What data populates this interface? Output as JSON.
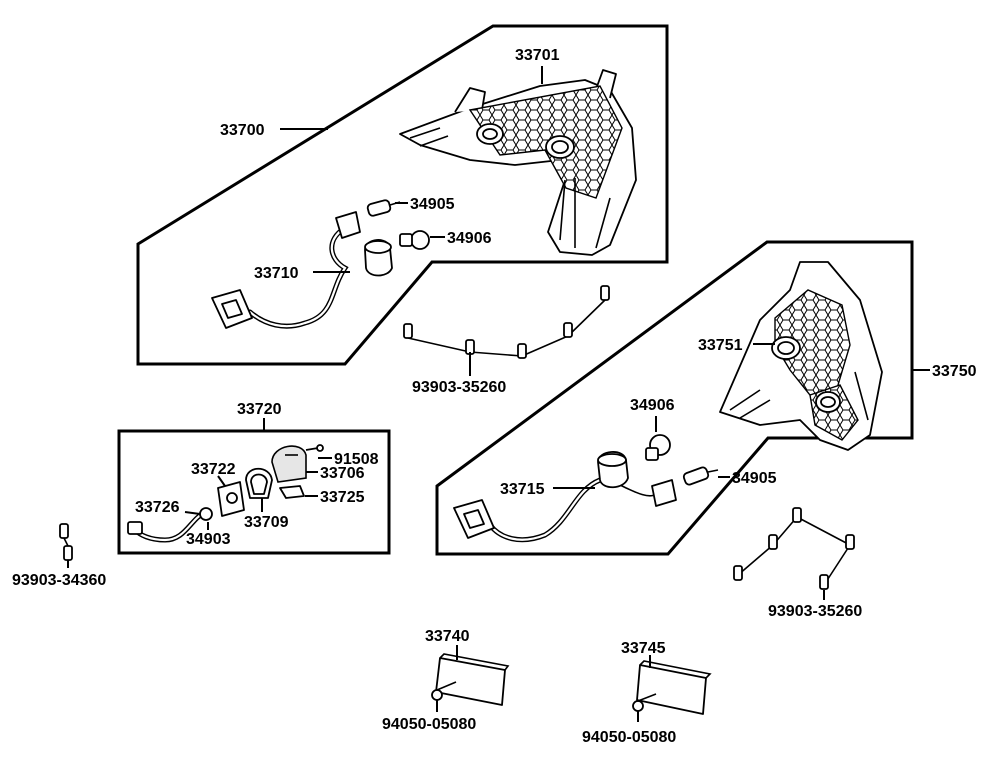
{
  "labels": {
    "p33700": "33700",
    "p33701": "33701",
    "p34905_a": "34905",
    "p34906_a": "34906",
    "p33710": "33710",
    "p93903_35260_a": "93903-35260",
    "p33720": "33720",
    "p91508": "91508",
    "p33722": "33722",
    "p33706": "33706",
    "p33725": "33725",
    "p33726": "33726",
    "p33709": "33709",
    "p34903": "34903",
    "p93903_34360": "93903-34360",
    "p33751": "33751",
    "p33750": "33750",
    "p34906_b": "34906",
    "p33715": "33715",
    "p34905_b": "34905",
    "p93903_35260_b": "93903-35260",
    "p33740": "33740",
    "p94050_05080_a": "94050-05080",
    "p33745": "33745",
    "p94050_05080_b": "94050-05080"
  }
}
